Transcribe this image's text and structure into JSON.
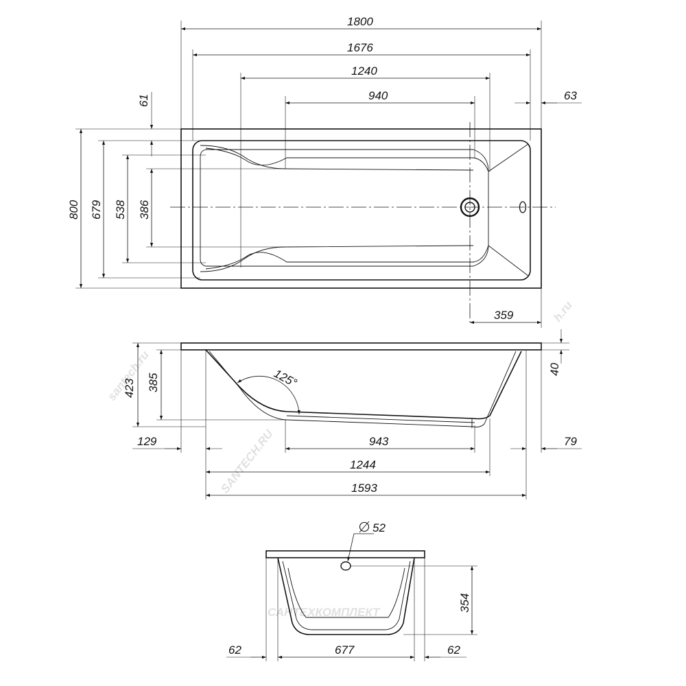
{
  "top_view": {
    "dim_length_overall": "1800",
    "dim_length_inner": "1676",
    "dim_length_flat": "1240",
    "dim_length_bottom": "940",
    "dim_rim_left": "61",
    "dim_rim_right": "63",
    "dim_width_overall": "800",
    "dim_width_inner": "679",
    "dim_width_mid": "538",
    "dim_width_bottom": "386",
    "dim_drain_offset": "359"
  },
  "side_view": {
    "dim_height_overall": "423",
    "dim_height_inner": "385",
    "dim_rim_thickness": "40",
    "dim_angle": "125°",
    "dim_offset_left": "129",
    "dim_offset_right": "79",
    "dim_bottom_flat": "943",
    "dim_bottom_total": "1244",
    "dim_length_inner": "1593"
  },
  "end_view": {
    "dim_overflow_diameter": "52",
    "dim_depth": "354",
    "dim_side_left": "62",
    "dim_width_bottom": "677",
    "dim_side_right": "62"
  },
  "watermarks": {
    "brand_large": "SANTECH.RU",
    "brand_small_left": "santech.ru",
    "brand_small_right": "h.ru",
    "company": "САНТЕХКОМПЛЕКТ"
  }
}
